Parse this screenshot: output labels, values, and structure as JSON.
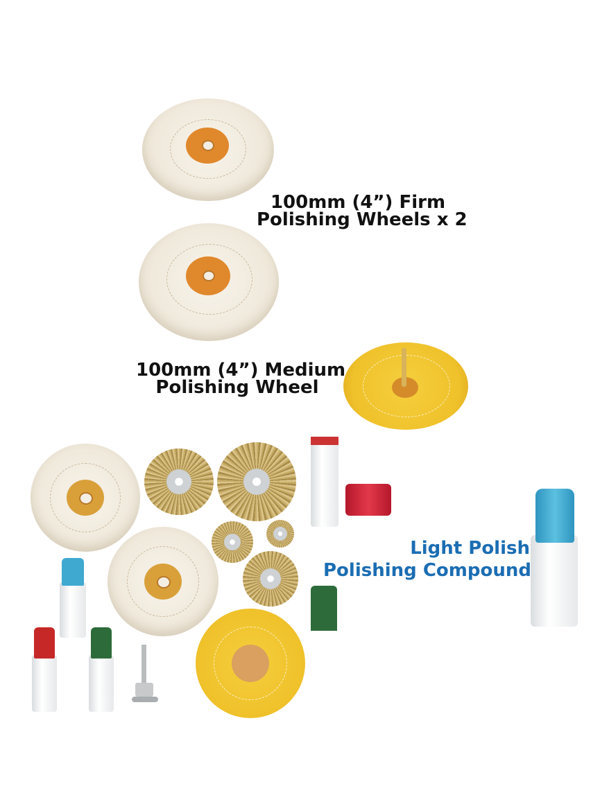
{
  "captions": {
    "firm": {
      "line1": "100mm (4”) Firm",
      "line2": "Polishing Wheels x 2"
    },
    "medium": {
      "line1": "100mm (4”) Medium",
      "line2": "Polishing Wheel"
    },
    "compound": {
      "line1": "Light Polish",
      "line2": "Polishing Compound"
    }
  },
  "colors": {
    "caption": "#111111",
    "compound_caption": "#1b6db3",
    "blue_compound": "#3fa9d0",
    "red_compound": "#c62828",
    "green_compound": "#2e6b3a"
  }
}
